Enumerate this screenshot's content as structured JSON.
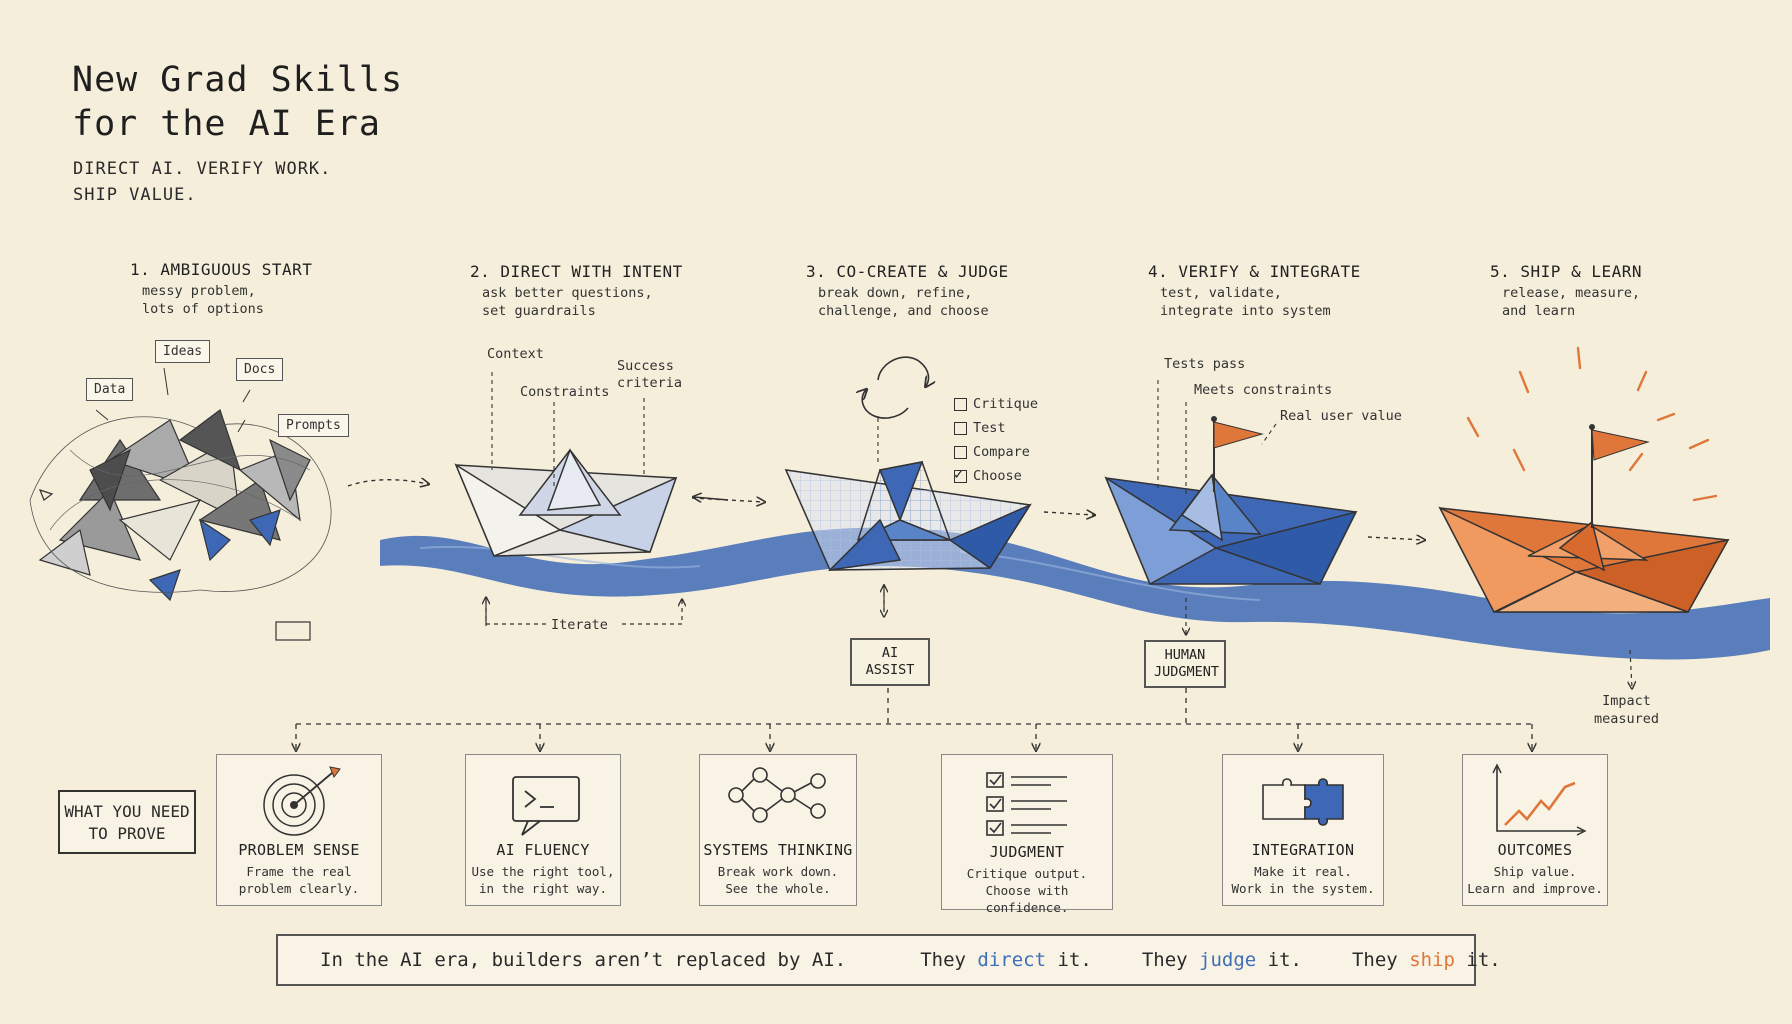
{
  "header": {
    "title_line1": "New Grad Skills",
    "title_line2": "for the AI Era",
    "subtitle_line1": "DIRECT AI. VERIFY WORK.",
    "subtitle_line2": "SHIP VALUE."
  },
  "steps": [
    {
      "title": "1. AMBIGUOUS START",
      "desc": "messy problem,\nlots of options"
    },
    {
      "title": "2. DIRECT WITH INTENT",
      "desc": "ask better questions,\nset guardrails"
    },
    {
      "title": "3. CO-CREATE & JUDGE",
      "desc": "break down, refine,\nchallenge, and choose"
    },
    {
      "title": "4. VERIFY & INTEGRATE",
      "desc": "test, validate,\nintegrate into system"
    },
    {
      "title": "5. SHIP & LEARN",
      "desc": "release, measure,\nand learn"
    }
  ],
  "step1_notes": [
    "Ideas",
    "Docs",
    "Data",
    "Prompts"
  ],
  "step2_labels": {
    "context": "Context",
    "constraints": "Constraints",
    "success": "Success\ncriteria",
    "iterate": "Iterate"
  },
  "step3_checks": [
    {
      "label": "Critique",
      "checked": false
    },
    {
      "label": "Test",
      "checked": false
    },
    {
      "label": "Compare",
      "checked": false
    },
    {
      "label": "Choose",
      "checked": true
    }
  ],
  "step3_box": "AI\nASSIST",
  "step4_labels": {
    "tests": "Tests pass",
    "constraints": "Meets constraints",
    "value": "Real user value"
  },
  "step4_box": "HUMAN\nJUDGMENT",
  "step5_label": "Impact\nmeasured",
  "prove_label": "WHAT YOU NEED\nTO PROVE",
  "skills": [
    {
      "title": "PROBLEM SENSE",
      "desc": "Frame the real\nproblem clearly.",
      "icon": "target-icon"
    },
    {
      "title": "AI FLUENCY",
      "desc": "Use the right tool,\nin the right way.",
      "icon": "terminal-bubble-icon"
    },
    {
      "title": "SYSTEMS THINKING",
      "desc": "Break work down.\nSee the whole.",
      "icon": "network-icon"
    },
    {
      "title": "JUDGMENT",
      "desc": "Critique output.\nChoose with confidence.",
      "icon": "checklist-icon"
    },
    {
      "title": "INTEGRATION",
      "desc": "Make it real.\nWork in the system.",
      "icon": "puzzle-icon"
    },
    {
      "title": "OUTCOMES",
      "desc": "Ship value.\nLearn and improve.",
      "icon": "growth-chart-icon"
    }
  ],
  "banner": {
    "lead": "In the AI era, builders aren’t replaced by AI.",
    "p1a": "They ",
    "w1": "direct",
    "p1b": " it.",
    "p2a": "They ",
    "w2": "judge",
    "p2b": " it.",
    "p3a": "They ",
    "w3": "ship",
    "p3b": " it."
  },
  "colors": {
    "blue": "#3f6fb8",
    "orange": "#e0773a",
    "ink": "#2a2a2a",
    "paper": "#f5eedb"
  }
}
